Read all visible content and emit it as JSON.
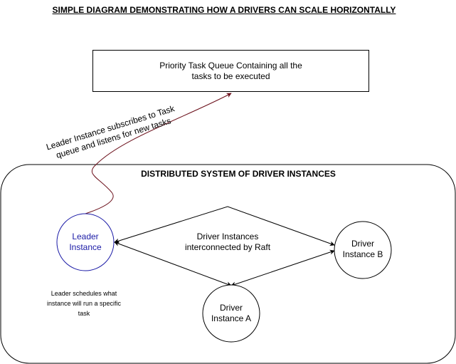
{
  "diagram": {
    "title": "SIMPLE DIAGRAM DEMONSTRATING HOW A DRIVERS CAN SCALE HORIZONTALLY",
    "queue": {
      "label": "Priority Task Queue Containing all the tasks to be executed"
    },
    "subscription": {
      "label": "Leader Instance subscribes to Task queue and listens for new tasks"
    },
    "system": {
      "title": "DISTRIBUTED SYSTEM OF DRIVER INSTANCES"
    },
    "nodes": {
      "leader": "Leader Instance",
      "a": "Driver Instance A",
      "b": "Driver Instance B"
    },
    "raft_label": "Driver Instances interconnected by Raft",
    "schedule_label": "Leader schedules what instance will run a specific task"
  },
  "colors": {
    "leader_stroke": "#1a1aa6",
    "subscribe_edge": "#6b0f1a",
    "stroke": "#000000"
  }
}
